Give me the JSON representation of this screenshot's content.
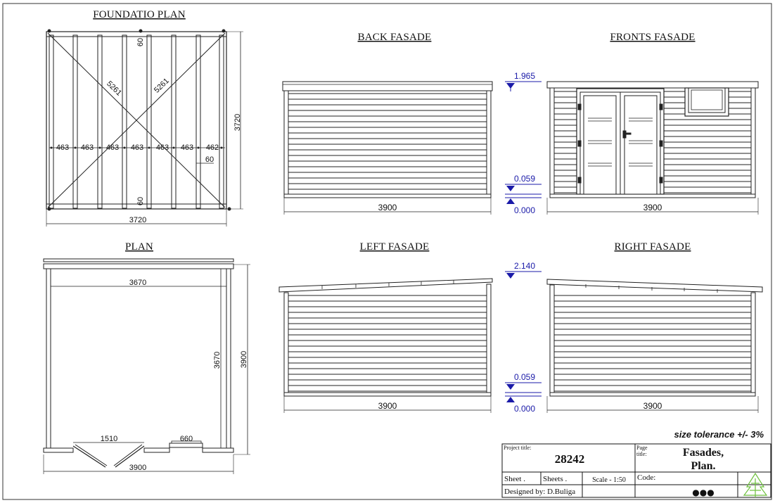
{
  "titles": {
    "foundation": "FOUNDATIO PLAN",
    "back": "BACK FASADE",
    "front": "FRONTS FASADE",
    "plan": "PLAN",
    "left": "LEFT FASADE",
    "right": "RIGHT FASADE"
  },
  "foundation": {
    "spacing": [
      "463",
      "463",
      "463",
      "463",
      "463",
      "463",
      "462"
    ],
    "top_offset": "60",
    "bottom_offset": "60",
    "side_offset": "60",
    "diagonal_1": "5261",
    "diagonal_2": "5261",
    "height": "3720",
    "width": "3720"
  },
  "plan": {
    "inner_width": "3670",
    "inner_height": "3670",
    "outer_height": "3900",
    "outer_width": "3900",
    "door_width": "1510",
    "window_width": "660"
  },
  "elevations": {
    "back_top": "1.965",
    "back_floor": "0.059",
    "back_ground": "0.000",
    "side_top": "2.140",
    "side_floor": "0.059",
    "side_ground": "0.000",
    "back_width": "3900",
    "front_width": "3900",
    "left_width": "3900",
    "right_width": "3900"
  },
  "note": "size tolerance +/- 3%",
  "title_block": {
    "project_title_label": "Project title:",
    "project_number": "28242",
    "page_title_label_1": "Page",
    "page_title_label_2": "title:",
    "page_title_1": "Fasades,",
    "page_title_2": "Plan.",
    "sheet_label": "Sheet .",
    "sheets_label": "Sheets .",
    "scale_label": "Scale - 1:50",
    "code_label": "Code:",
    "designer_label": "Designed by: D.Buliga",
    "code_value": "●●●"
  }
}
